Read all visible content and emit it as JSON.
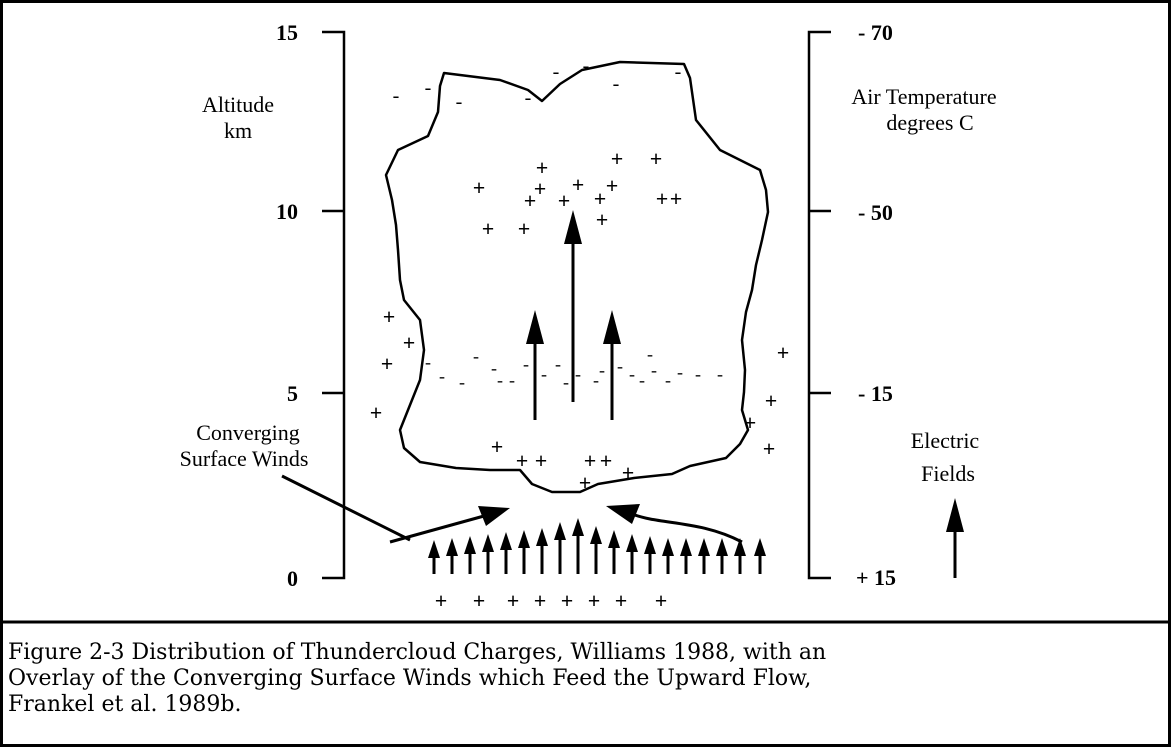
{
  "diagram": {
    "left_axis": {
      "title_line1": "Altitude",
      "title_line2": "km",
      "ticks": [
        "15",
        "10",
        "5",
        "0"
      ]
    },
    "right_axis": {
      "title_line1": "Air Temperature",
      "title_line2": "degrees C",
      "ticks": [
        "- 70",
        "- 50",
        "- 15",
        "+ 15"
      ]
    },
    "winds_label_line1": "Converging",
    "winds_label_line2": "Surface Winds",
    "field_label_line1": "Electric",
    "field_label_line2": "Fields",
    "positive_symbol": "+",
    "negative_symbol": "-"
  },
  "caption": {
    "line1": "Figure 2-3  Distribution of Thundercloud Charges, Williams 1988, with an",
    "line2": "Overlay of the Converging Surface Winds which Feed the Upward Flow,",
    "line3": "Frankel et al. 1989b."
  }
}
